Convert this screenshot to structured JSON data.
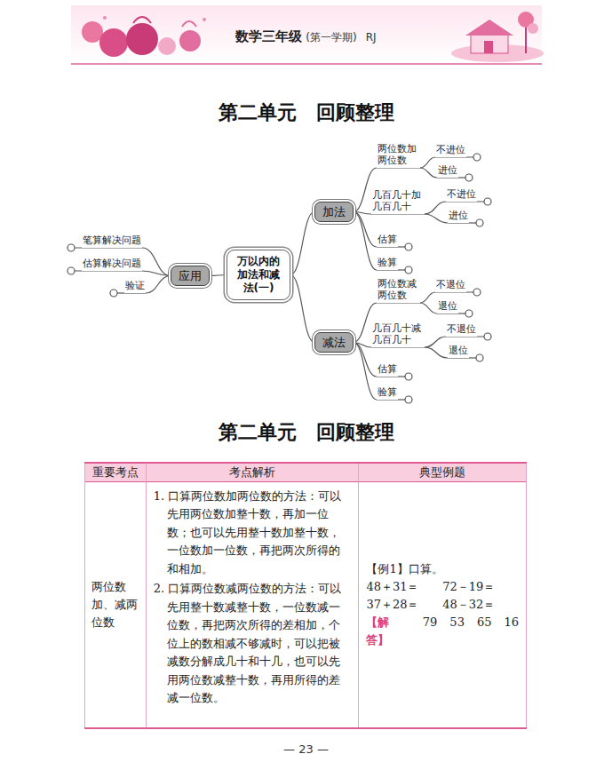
{
  "diagram": {
    "title": "第二单元　回顾整理",
    "nodes": [
      {
        "text": [
          "万以内的加法和减法(一)"
        ]
      },
      {
        "text": [
          "应用"
        ]
      },
      {
        "text": [
          "笔算解决问题"
        ]
      },
      {
        "text": [
          "估算解决问题"
        ]
      },
      {
        "text": [
          "验证"
        ]
      },
      {
        "text": [
          "加法"
        ]
      },
      {
        "text": [
          "两位数加两位数"
        ]
      },
      {
        "text": [
          "不进位"
        ]
      },
      {
        "text": [
          "进位"
        ]
      },
      {
        "text": [
          "几百几十加几百几十"
        ]
      },
      {
        "text": [
          "不进位"
        ]
      },
      {
        "text": [
          "进位"
        ]
      },
      {
        "text": [
          "估算"
        ]
      },
      {
        "text": [
          "验算"
        ]
      },
      {
        "text": [
          "减法"
        ]
      },
      {
        "text": [
          "两位数减两位数"
        ]
      },
      {
        "text": [
          "不退位"
        ]
      },
      {
        "text": [
          "退位"
        ]
      },
      {
        "text": [
          "几百几十减几百几十"
        ]
      },
      {
        "text": [
          "不退位"
        ]
      },
      {
        "text": [
          "退位"
        ]
      },
      {
        "text": [
          "估算"
        ]
      },
      {
        "text": [
          "验算"
        ]
      }
    ],
    "edges": [
      {
        "from": 0,
        "to": 1,
        "arrow": "none"
      },
      {
        "from": 1,
        "to": 2,
        "arrow": "none"
      },
      {
        "from": 1,
        "to": 3,
        "arrow": "none"
      },
      {
        "from": 1,
        "to": 4,
        "arrow": "none"
      },
      {
        "from": 0,
        "to": 5,
        "arrow": "none"
      },
      {
        "from": 5,
        "to": 6,
        "arrow": "none"
      },
      {
        "from": 6,
        "to": 7,
        "arrow": "none"
      },
      {
        "from": 6,
        "to": 8,
        "arrow": "none"
      },
      {
        "from": 5,
        "to": 9,
        "arrow": "none"
      },
      {
        "from": 9,
        "to": 10,
        "arrow": "none"
      },
      {
        "from": 9,
        "to": 11,
        "arrow": "none"
      },
      {
        "from": 5,
        "to": 12,
        "arrow": "none"
      },
      {
        "from": 5,
        "to": 13,
        "arrow": "none"
      },
      {
        "from": 0,
        "to": 14,
        "arrow": "none"
      },
      {
        "from": 14,
        "to": 15,
        "arrow": "none"
      },
      {
        "from": 15,
        "to": 16,
        "arrow": "none"
      },
      {
        "from": 15,
        "to": 17,
        "arrow": "none"
      },
      {
        "from": 14,
        "to": 18,
        "arrow": "none"
      },
      {
        "from": 18,
        "to": 19,
        "arrow": "none"
      },
      {
        "from": 18,
        "to": 20,
        "arrow": "none"
      },
      {
        "from": 14,
        "to": 21,
        "arrow": "none"
      },
      {
        "from": 14,
        "to": 22,
        "arrow": "none"
      }
    ],
    "labels": [
      "数学三年级",
      "(第一学期)",
      "RJ",
      "第二单元　回顾整理",
      "重要考点",
      "考点解析",
      "典型例题",
      "两位数加、减两位数",
      "1. 口算两位数加两位数的方法：可以先用两位数加整十数，再加一位数；也可以先用整十数加整十数，一位数加一位数，再把两次所得的和相加。",
      "2. 口算两位数减两位数的方法：可以先用整十数减整十数，一位数减一位数，再把两次所得的差相加，个位上的数相减不够减时，可以把被减数分解成几十和十几，也可以先用两位数减整十数，再用所得的差减一位数。",
      "【例1】口算。",
      "48＋31＝",
      "72－19＝",
      "37＋28＝",
      "48－32＝",
      "【解答】",
      "79",
      "53",
      "65",
      "16",
      "— 23 —"
    ]
  }
}
